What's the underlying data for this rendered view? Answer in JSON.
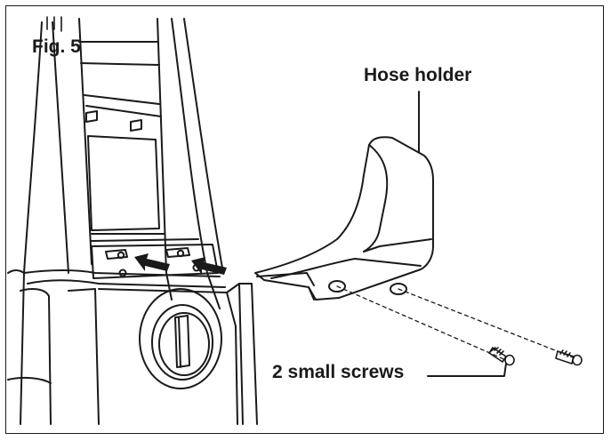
{
  "figure": {
    "label": "Fig. 5"
  },
  "callouts": {
    "hose_holder": "Hose holder",
    "screws": "2 small screws"
  },
  "colors": {
    "line": "#1a1a1a",
    "background": "#ffffff"
  }
}
